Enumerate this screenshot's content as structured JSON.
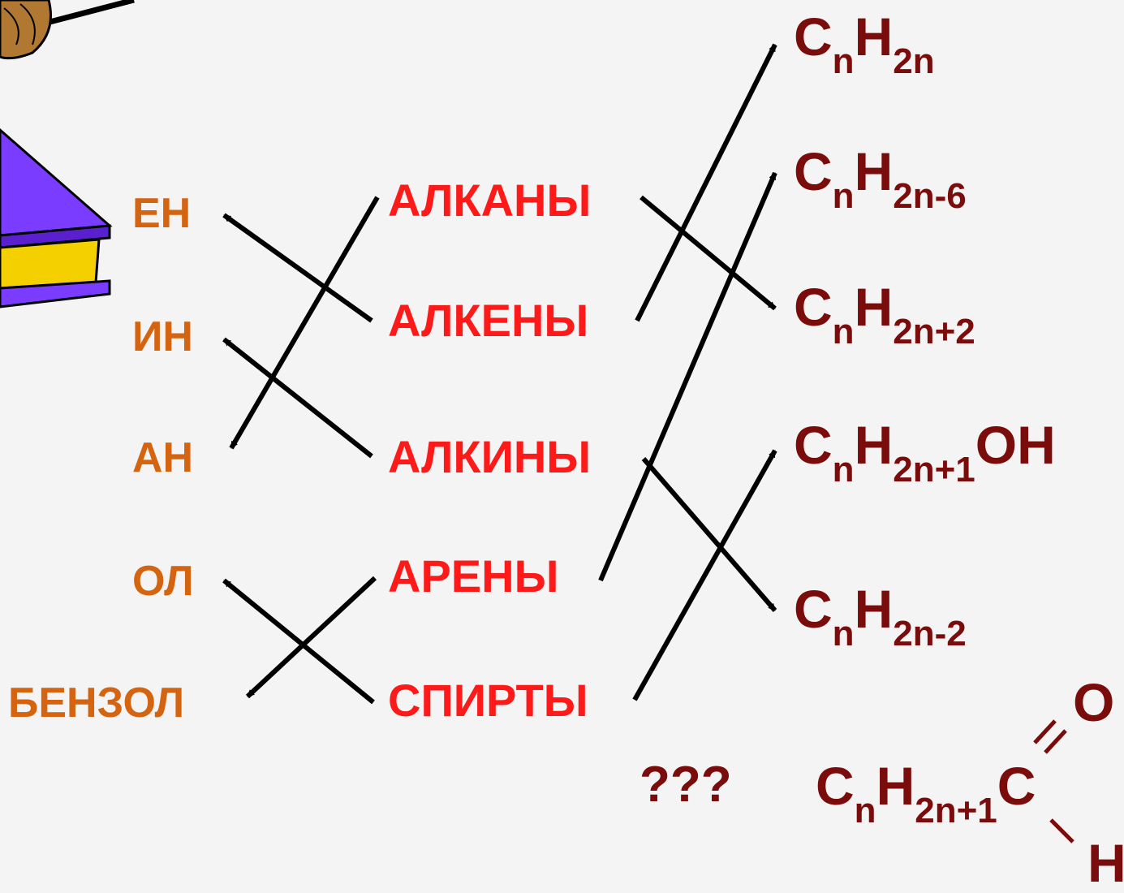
{
  "suffixes": [
    "ЕН",
    "ИН",
    "АН",
    "ОЛ",
    "БЕНЗОЛ"
  ],
  "classes": [
    "АЛКАНЫ",
    "АЛКЕНЫ",
    "АЛКИНЫ",
    "АРЕНЫ",
    "СПИРТЫ"
  ],
  "formulas": [
    {
      "C": "C",
      "n": "n",
      "H": "H",
      "sub": "2n",
      "tail": ""
    },
    {
      "C": "C",
      "n": "n",
      "H": "H",
      "sub": "2n-6",
      "tail": ""
    },
    {
      "C": "C",
      "n": "n",
      "H": "H",
      "sub": "2n+2",
      "tail": ""
    },
    {
      "C": "C",
      "n": "n",
      "H": "H",
      "sub": "2n+1",
      "tail": "OH"
    },
    {
      "C": "C",
      "n": "n",
      "H": "H",
      "sub": "2n-2",
      "tail": ""
    }
  ],
  "question": "???",
  "aldehyde": {
    "C": "C",
    "n": "n",
    "H": "H",
    "sub": "2n+1",
    "C2": "C",
    "O": "O",
    "H2": "H"
  },
  "colors": {
    "suffix": "#d4640f",
    "class": "#ff1a1a",
    "formula": "#7a0c0c",
    "book_cover": "#7a3cff",
    "book_pages": "#f5d000"
  }
}
